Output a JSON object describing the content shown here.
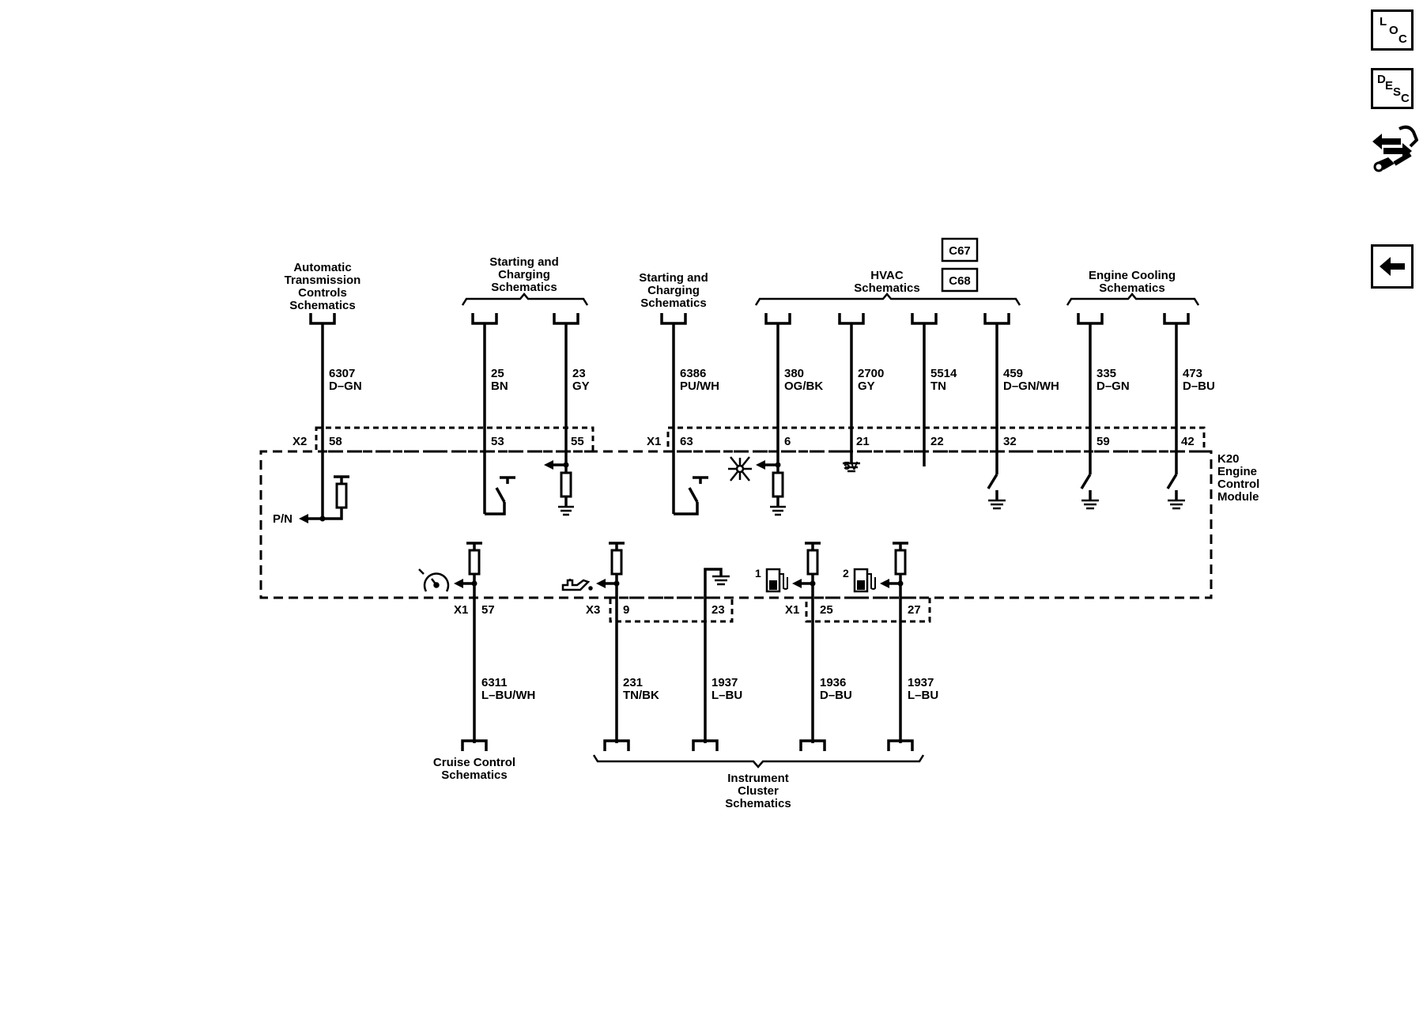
{
  "side_buttons": {
    "loc": [
      "L",
      "O",
      "C"
    ],
    "desc": [
      "D",
      "E",
      "S",
      "C"
    ],
    "repair_icon": "arrows-wrench-icon",
    "back_icon": "arrow-left-icon"
  },
  "dest": {
    "trans": [
      "Automatic",
      "Transmission",
      "Controls",
      "Schematics"
    ],
    "start1": [
      "Starting and",
      "Charging",
      "Schematics"
    ],
    "start2": [
      "Starting and",
      "Charging",
      "Schematics"
    ],
    "hvac": [
      "HVAC",
      "Schematics"
    ],
    "cooling": [
      "Engine Cooling",
      "Schematics"
    ],
    "cruise": [
      "Cruise Control",
      "Schematics"
    ],
    "cluster": [
      "Instrument",
      "Cluster",
      "Schematics"
    ]
  },
  "codes": [
    "C67",
    "C68"
  ],
  "module": [
    "K20",
    "Engine",
    "Control",
    "Module"
  ],
  "top_wires": [
    {
      "circuit": "6307",
      "color": "D–GN",
      "pin": "58"
    },
    {
      "circuit": "25",
      "color": "BN",
      "pin": "53"
    },
    {
      "circuit": "23",
      "color": "GY",
      "pin": "55"
    },
    {
      "circuit": "6386",
      "color": "PU/WH",
      "pin": "63"
    },
    {
      "circuit": "380",
      "color": "OG/BK",
      "pin": "6"
    },
    {
      "circuit": "2700",
      "color": "GY",
      "pin": "21"
    },
    {
      "circuit": "5514",
      "color": "TN",
      "pin": "22"
    },
    {
      "circuit": "459",
      "color": "D–GN/WH",
      "pin": "32"
    },
    {
      "circuit": "335",
      "color": "D–GN",
      "pin": "59"
    },
    {
      "circuit": "473",
      "color": "D–BU",
      "pin": "42"
    }
  ],
  "bottom_wires": [
    {
      "circuit": "6311",
      "color": "L–BU/WH",
      "pin": "57"
    },
    {
      "circuit": "231",
      "color": "TN/BK",
      "pin": "9"
    },
    {
      "circuit": "1937",
      "color": "L–BU",
      "pin": "23"
    },
    {
      "circuit": "1936",
      "color": "D–BU",
      "pin": "25"
    },
    {
      "circuit": "1937",
      "color": "L–BU",
      "pin": "27"
    }
  ],
  "connectors": {
    "top_left": "X2",
    "top_right": "X1",
    "bottom_a": "X1",
    "bottom_b": "X3",
    "bottom_c": "X1"
  },
  "labels": {
    "pn": "P/N",
    "five_v": "5V",
    "fuel1": "1",
    "fuel2": "2"
  },
  "icons": [
    "speedometer-icon",
    "oil-can-icon",
    "snowflake-icon",
    "fuel-pump-icon",
    "fuel-pump-icon",
    "ground-icon"
  ]
}
